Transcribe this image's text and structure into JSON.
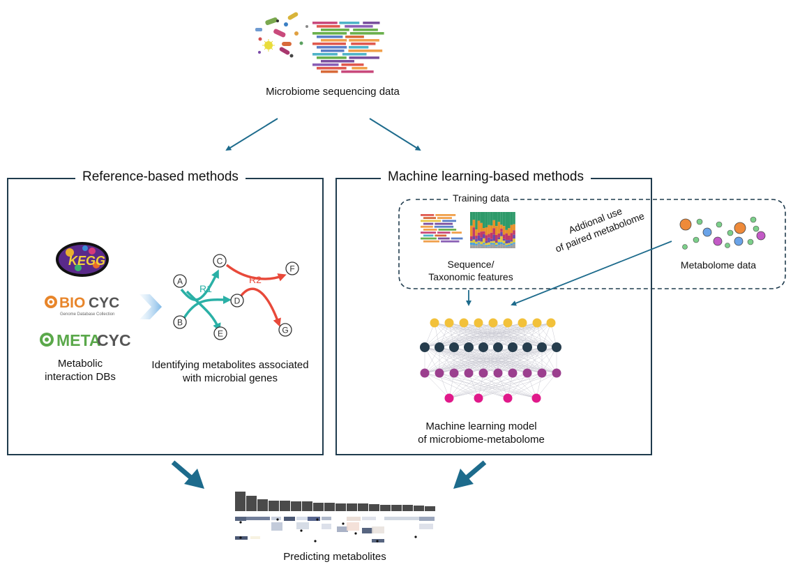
{
  "top": {
    "label": "Microbiome sequencing data"
  },
  "left_panel": {
    "title": "Reference-based methods",
    "logos": {
      "kegg": "KEGG",
      "biocyc_bio": "BIO",
      "biocyc_cyc": "CYC",
      "biocyc_sub": "Genome Database Collection",
      "metacyc_meta": "META",
      "metacyc_cyc": "CYC"
    },
    "db_label_1": "Metabolic",
    "db_label_2": "interaction DBs",
    "pathway": {
      "nodes": [
        "A",
        "B",
        "C",
        "D",
        "E",
        "F",
        "G"
      ],
      "r1": "R1",
      "r2": "R2",
      "colors": {
        "r1": "#2ab0a6",
        "r2": "#e8493a"
      }
    },
    "caption_1": "Identifying metabolites associated",
    "caption_2": "with microbial genes"
  },
  "right_panel": {
    "title": "Machine learning-based methods",
    "training_label": "Training data",
    "seq_label_1": "Sequence/",
    "seq_label_2": "Taxonomic features",
    "metabolome_label": "Metabolome data",
    "arrow_label_1": "Addional use",
    "arrow_label_2": "of paired metabolome",
    "model_label_1": "Machine learning model",
    "model_label_2": "of microbiome-metabolome",
    "layer_colors": [
      "#f2c13a",
      "#263d4d",
      "#9b3f8e",
      "#e0198a"
    ]
  },
  "bottom": {
    "label": "Predicting metabolites"
  },
  "colors": {
    "frame": "#1f3b4d",
    "arrow": "#1d6b8c"
  }
}
